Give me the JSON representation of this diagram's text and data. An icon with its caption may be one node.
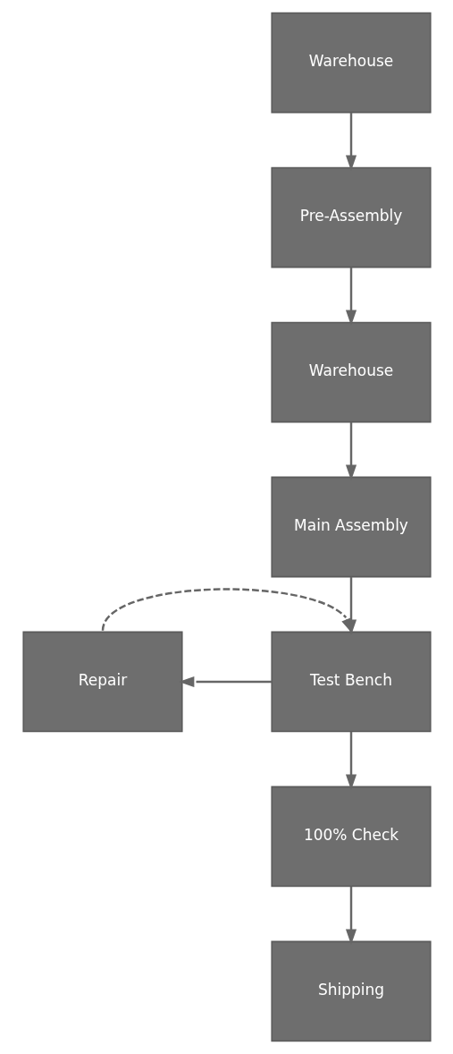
{
  "diagram": {
    "nodes": [
      {
        "text": [
          "Warehouse"
        ]
      },
      {
        "text": [
          "Pre-Assembly"
        ]
      },
      {
        "text": [
          "Warehouse"
        ]
      },
      {
        "text": [
          "Main Assembly"
        ]
      },
      {
        "text": [
          "Test Bench"
        ]
      },
      {
        "text": [
          "Repair"
        ]
      },
      {
        "text": [
          "100% Check"
        ]
      },
      {
        "text": [
          "Shipping"
        ]
      }
    ],
    "edges": [
      {
        "from": 0,
        "to": 1,
        "arrow": "to"
      },
      {
        "from": 1,
        "to": 2,
        "arrow": "to"
      },
      {
        "from": 2,
        "to": 3,
        "arrow": "to"
      },
      {
        "from": 3,
        "to": 4,
        "arrow": "to"
      },
      {
        "from": 4,
        "to": 5,
        "arrow": "to"
      },
      {
        "from": 5,
        "to": 4,
        "arrow": "to",
        "style": "dashed"
      },
      {
        "from": 4,
        "to": 6,
        "arrow": "to"
      },
      {
        "from": 6,
        "to": 7,
        "arrow": "to"
      }
    ]
  }
}
